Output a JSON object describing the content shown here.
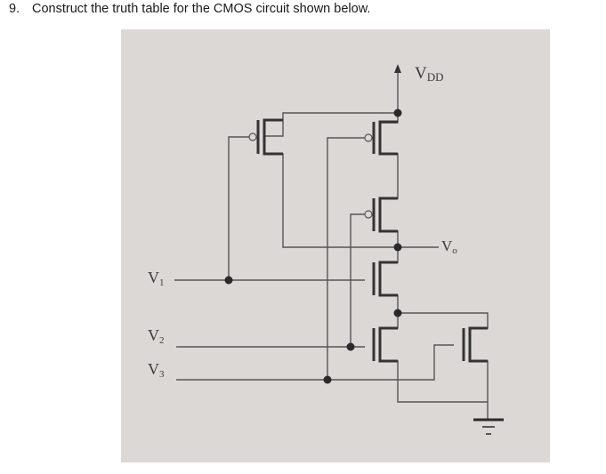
{
  "question": {
    "number": "9.",
    "text": "Construct the truth table for the CMOS circuit shown below."
  },
  "diagram": {
    "type": "CMOS circuit schematic",
    "supply_label": "V",
    "supply_subscript": "DD",
    "output_label": "V",
    "output_subscript": "o",
    "inputs": [
      {
        "label": "V",
        "subscript": "1"
      },
      {
        "label": "V",
        "subscript": "2"
      },
      {
        "label": "V",
        "subscript": "3"
      }
    ],
    "colors": {
      "background": "#dcd8d6",
      "wire": "#555555",
      "device": "#333333"
    },
    "components": {
      "pmos": [
        "PMOS gate V1 (pull-up, parallel branch)",
        "PMOS gate V3 (series top)",
        "PMOS gate V2 (series bottom)"
      ],
      "nmos": [
        "NMOS gate V1 (top)",
        "NMOS gate V2 (bottom)",
        "NMOS gate V3 (parallel with V2 NMOS)"
      ],
      "ground": "ground-symbol"
    }
  }
}
